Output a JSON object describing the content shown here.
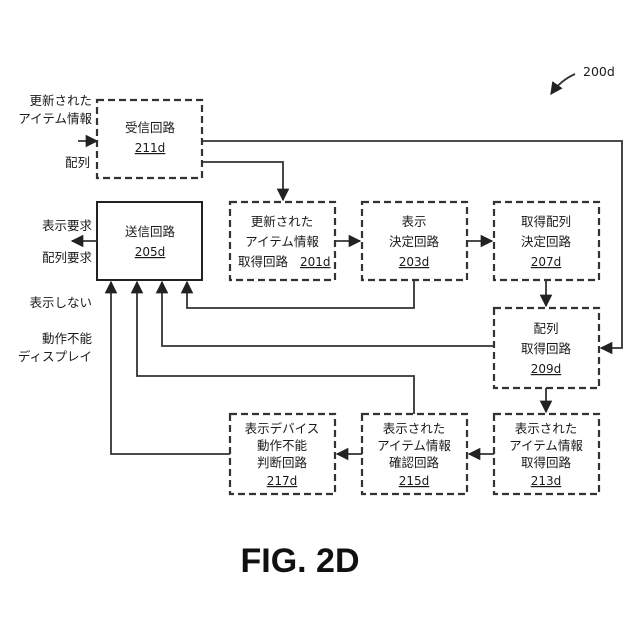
{
  "figure_ref": "200d",
  "caption": "FIG. 2D",
  "blocks": {
    "recv": {
      "lines": [
        "受信回路"
      ],
      "ref": "211d"
    },
    "send": {
      "lines": [
        "送信回路"
      ],
      "ref": "205d"
    },
    "updated": {
      "lines": [
        "更新された",
        "アイテム情報"
      ],
      "last": "取得回路",
      "ref": "201d"
    },
    "display": {
      "lines": [
        "表示",
        "決定回路"
      ],
      "ref": "203d"
    },
    "acqseq": {
      "lines": [
        "取得配列",
        "決定回路"
      ],
      "ref": "207d"
    },
    "seq": {
      "lines": [
        "配列",
        "取得回路"
      ],
      "ref": "209d"
    },
    "dispacq": {
      "lines": [
        "表示された",
        "アイテム情報",
        "取得回路"
      ],
      "ref": "213d"
    },
    "dispchk": {
      "lines": [
        "表示された",
        "アイテム情報",
        "確認回路"
      ],
      "ref": "215d"
    },
    "devjudge": {
      "lines": [
        "表示デバイス",
        "動作不能",
        "判断回路"
      ],
      "ref": "217d"
    }
  },
  "inputs": {
    "updated_item": [
      "更新された",
      "アイテム情報"
    ],
    "sequence": "配列"
  },
  "outputs": {
    "display_request": "表示要求",
    "sequence_request": "配列要求"
  },
  "side_labels": {
    "no_display": "表示しない",
    "inoperable": [
      "動作不能",
      "ディスプレイ"
    ]
  }
}
